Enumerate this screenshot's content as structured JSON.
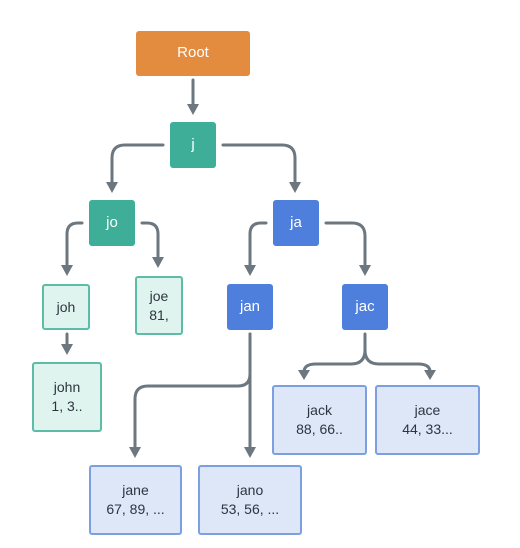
{
  "nodes": {
    "root": {
      "label": "Root",
      "color": "#e38b3f"
    },
    "j": {
      "label": "j",
      "color": "#3fae98"
    },
    "jo": {
      "label": "jo",
      "color": "#3fae98"
    },
    "ja": {
      "label": "ja",
      "color": "#4f7fdc"
    },
    "joh": {
      "label": "joh"
    },
    "joe": {
      "label": "joe",
      "values": "81,"
    },
    "jan": {
      "label": "jan",
      "color": "#4f7fdc"
    },
    "jac": {
      "label": "jac",
      "color": "#4f7fdc"
    },
    "john": {
      "label": "john",
      "values": "1, 3.."
    },
    "jack": {
      "label": "jack",
      "values": "88, 66.."
    },
    "jace": {
      "label": "jace",
      "values": "44, 33..."
    },
    "jane": {
      "label": "jane",
      "values": "67, 89, ..."
    },
    "jano": {
      "label": "jano",
      "values": "53, 56, ..."
    }
  },
  "edges": [
    [
      "root",
      "j"
    ],
    [
      "j",
      "jo"
    ],
    [
      "j",
      "ja"
    ],
    [
      "jo",
      "joh"
    ],
    [
      "jo",
      "joe"
    ],
    [
      "ja",
      "jan"
    ],
    [
      "ja",
      "jac"
    ],
    [
      "joh",
      "john"
    ],
    [
      "jan",
      "jane"
    ],
    [
      "jan",
      "jano"
    ],
    [
      "jac",
      "jack"
    ],
    [
      "jac",
      "jace"
    ]
  ],
  "colors": {
    "edge": "#6c7780",
    "teal_light_bg": "#dff4ee",
    "blue_light_bg": "#dde7f8"
  }
}
